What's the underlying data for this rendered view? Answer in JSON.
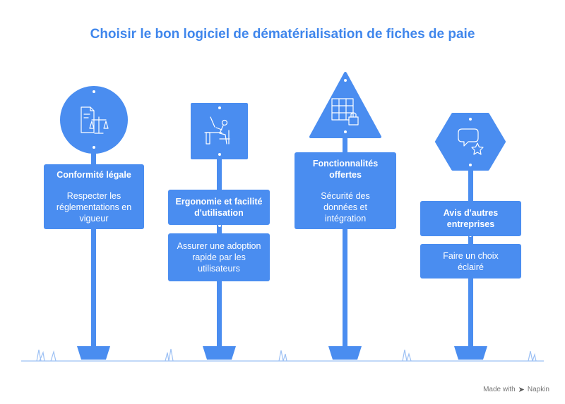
{
  "title": "Choisir le bon logiciel de dématérialisation de fiches de paie",
  "colors": {
    "accent": "#4a8df0",
    "title": "#3f86ec",
    "ground": "#9cc0f4",
    "icon_stroke": "#ffffff"
  },
  "signs": [
    {
      "heading": "Conformité légale",
      "body": "Respecter les réglementations en vigueur",
      "icon": "document-scales-icon",
      "shape": "circle"
    },
    {
      "heading": "Ergonomie et facilité d'utilisation",
      "body": "Assurer une adoption rapide par les utilisateurs",
      "icon": "person-at-desk-icon",
      "shape": "square"
    },
    {
      "heading": "Fonctionnalités offertes",
      "body": "Sécurité des données et intégration",
      "icon": "grid-lock-icon",
      "shape": "triangle"
    },
    {
      "heading": "Avis d'autres entreprises",
      "body": "Faire un choix éclairé",
      "icon": "chat-star-icon",
      "shape": "hexagon"
    }
  ],
  "watermark": {
    "text": "Made with",
    "brand": "Napkin",
    "logo_icon": "napkin-logo-icon"
  }
}
